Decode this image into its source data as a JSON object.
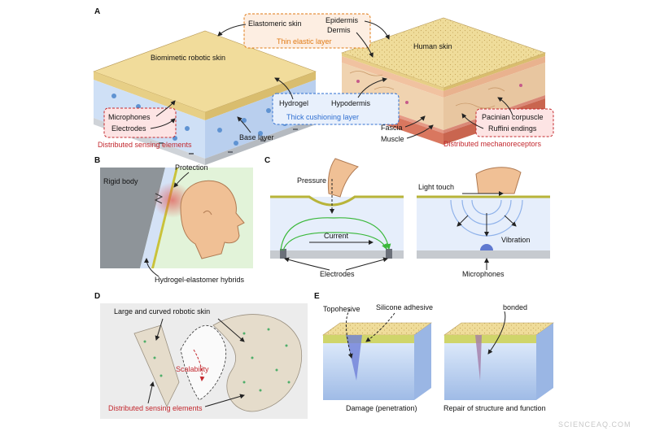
{
  "panels": {
    "A": {
      "letter": "A",
      "robot_title": "Biomimetic robotic skin",
      "human_title": "Human skin",
      "elastomeric": "Elastomeric skin",
      "epidermis": "Epidermis",
      "dermis": "Dermis",
      "thin_layer": "Thin elastic layer",
      "hydrogel": "Hydrogel",
      "hypodermis": "Hypodermis",
      "cushion_layer": "Thick cushioning layer",
      "microphones": "Microphones",
      "electrodes": "Electrodes",
      "distributed_sensing": "Distributed sensing elements",
      "base_layer": "Base layer",
      "fascia": "Fascia",
      "muscle": "Muscle",
      "pacinian": "Pacinian corpuscle",
      "ruffini": "Ruffini endings",
      "mechanoreceptors": "Distributed mechanoreceptors"
    },
    "B": {
      "letter": "B",
      "rigid_body": "Rigid body",
      "protection": "Protection",
      "hybrids": "Hydrogel-elastomer hybrids"
    },
    "C": {
      "letter": "C",
      "pressure": "Pressure",
      "current": "Current",
      "electrodes": "Electrodes",
      "light_touch": "Light touch",
      "vibration": "Vibration",
      "microphones": "Microphones"
    },
    "D": {
      "letter": "D",
      "large_skin": "Large and curved robotic skin",
      "scalability": "Scalability",
      "distributed_sensing": "Distributed sensing elements"
    },
    "E": {
      "letter": "E",
      "topohesive": "Topohesive",
      "silicone_adhesive": "Silicone adhesive",
      "damage": "Damage (penetration)",
      "bonded": "bonded",
      "repair": "Repair of structure and function"
    }
  },
  "watermark": "SCIENCEAQ.COM",
  "colors": {
    "red": "#c3282e",
    "orange": "#e07b16",
    "blue": "#2f6fd1",
    "skin_tan": "#f0dca0",
    "hydrogel_blue": "#dce8f8"
  }
}
